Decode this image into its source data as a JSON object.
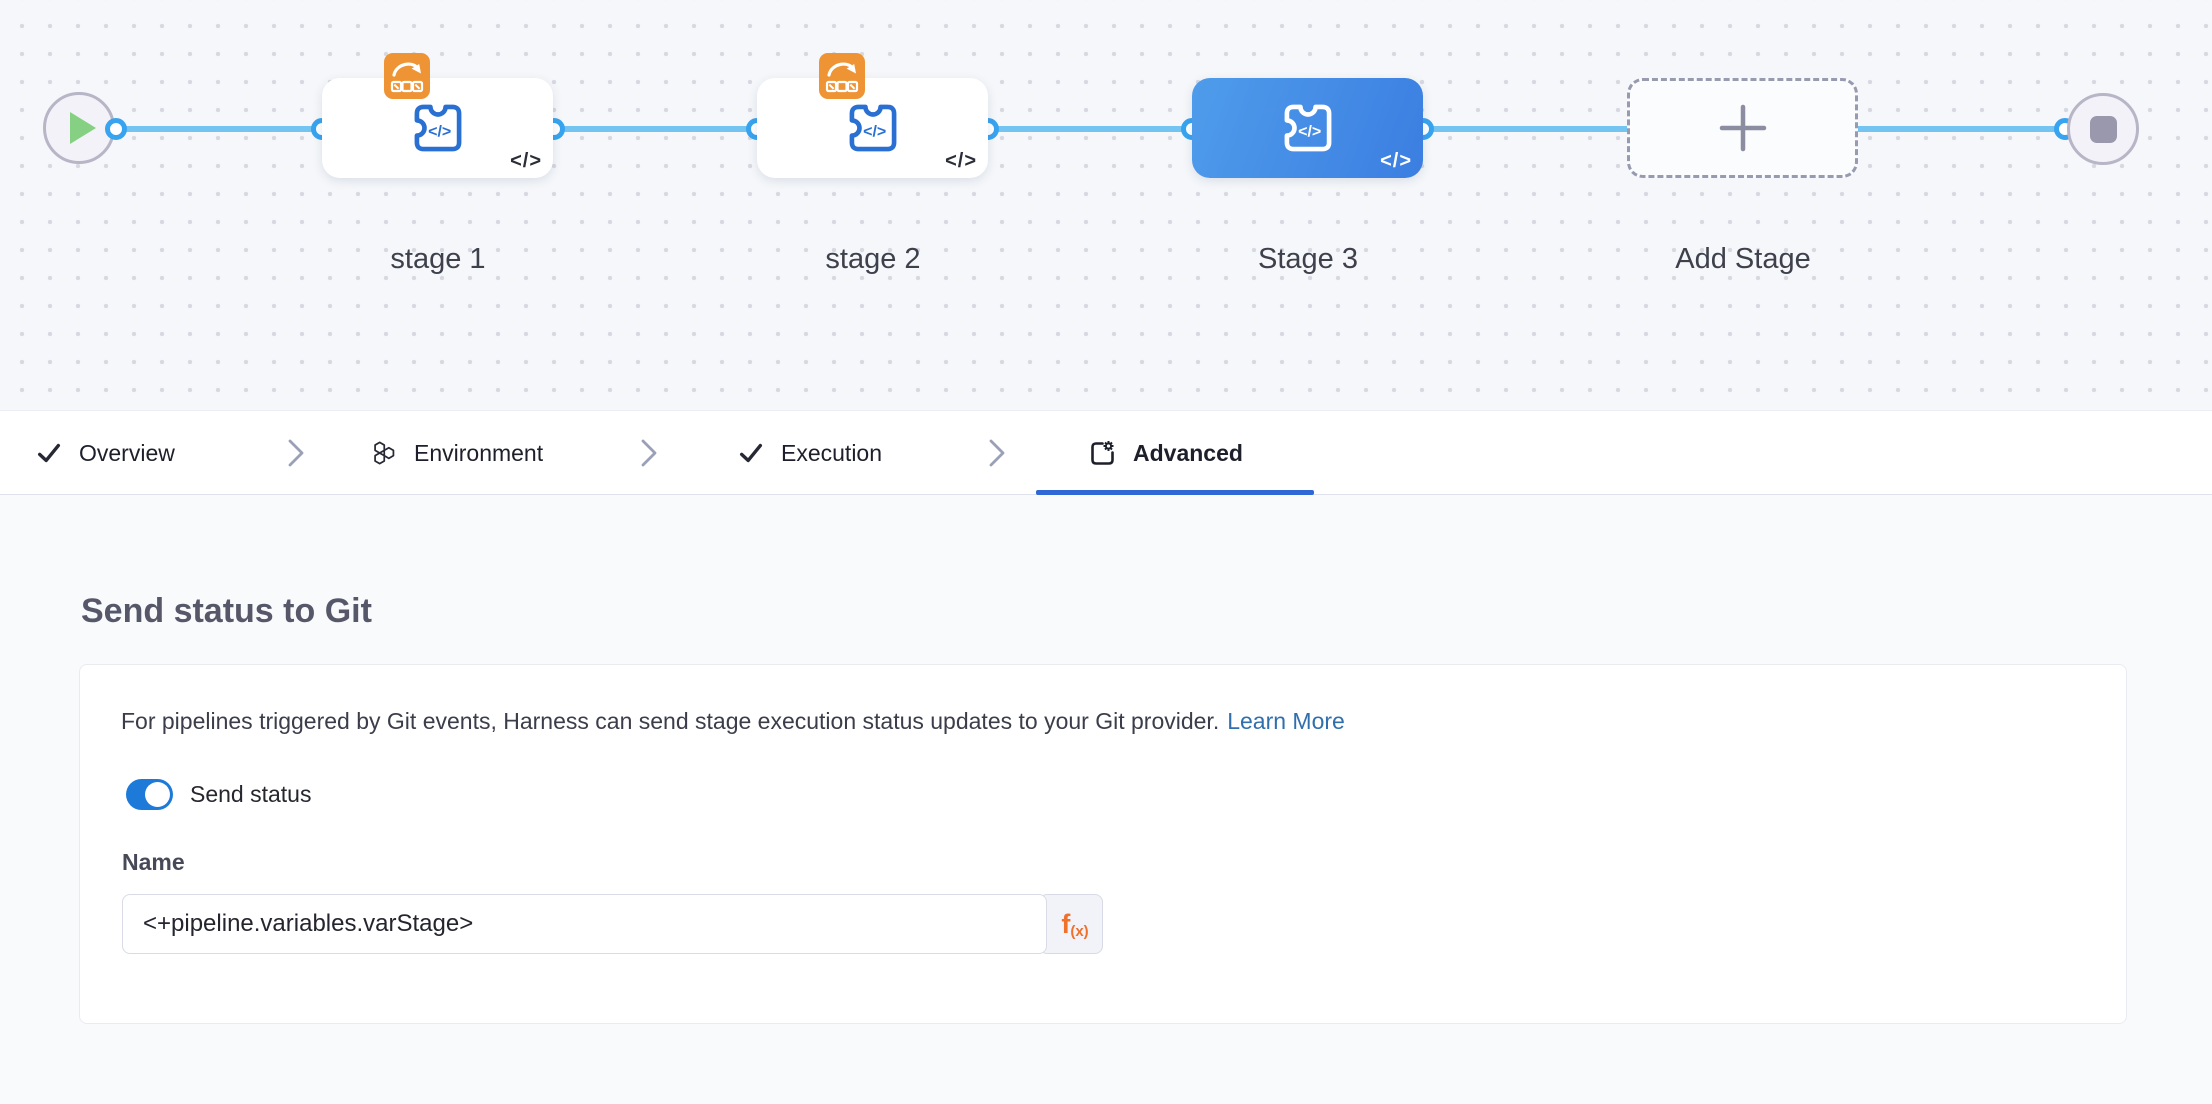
{
  "canvas": {
    "stage_icon_glyph": "</>",
    "stages": [
      {
        "label": "stage 1",
        "selected": false,
        "badge": "looping-strategy",
        "corner_glyph": "</>"
      },
      {
        "label": "stage 2",
        "selected": false,
        "badge": "looping-strategy",
        "corner_glyph": "</>"
      },
      {
        "label": "Stage 3",
        "selected": true,
        "corner_glyph": "</>"
      },
      {
        "label": "Add Stage",
        "type": "add-stage"
      }
    ]
  },
  "tabs": [
    {
      "label": "Overview",
      "icon": "check-icon",
      "active": false
    },
    {
      "label": "Environment",
      "icon": "environment-icon",
      "active": false
    },
    {
      "label": "Execution",
      "icon": "check-icon",
      "active": false
    },
    {
      "label": "Advanced",
      "icon": "advanced-settings-icon",
      "active": true
    }
  ],
  "panel": {
    "heading": "Send status to Git",
    "description": "For pipelines triggered by Git events, Harness can send stage execution status updates to your Git provider.",
    "link_label": "Learn More",
    "toggle": {
      "label": "Send status",
      "on": true
    },
    "name_field": {
      "label": "Name",
      "value": "<+pipeline.variables.varStage>",
      "fx_main": "f",
      "fx_sub": "(x)"
    }
  },
  "colors": {
    "active_tab_underline": "#3067d6",
    "selected_stage_gradient": [
      "#4f9ceb",
      "#3b7ee1"
    ],
    "edge_line": "#74c4f1",
    "port_ring": "#38a3ef",
    "badge_orange": "#ee9434",
    "expression_orange": "#f0712c",
    "toggle_on": "#1e7ad8",
    "link_blue": "#306fae"
  }
}
